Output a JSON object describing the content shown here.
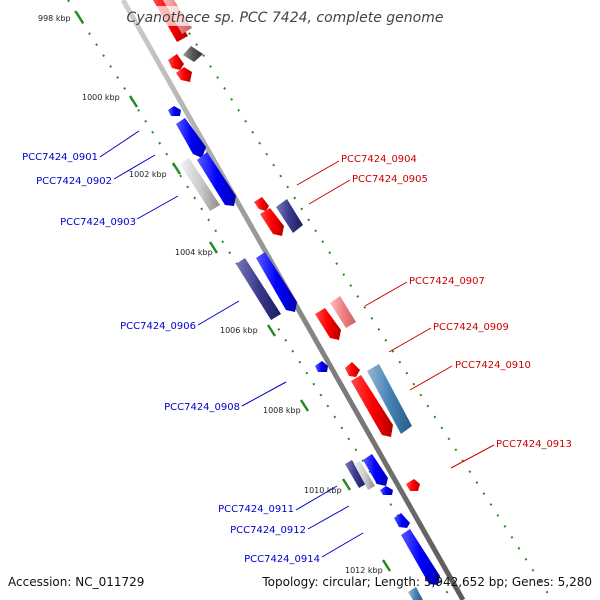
{
  "title": "Cyanothece sp. PCC 7424, complete genome",
  "ticks": [
    {
      "label": "998 kbp"
    },
    {
      "label": "1000 kbp"
    },
    {
      "label": "1002 kbp"
    },
    {
      "label": "1004 kbp"
    },
    {
      "label": "1006 kbp"
    },
    {
      "label": "1008 kbp"
    },
    {
      "label": "1010 kbp"
    },
    {
      "label": "1012 kbp"
    }
  ],
  "genes_left": [
    {
      "id": "PCC7424_0901"
    },
    {
      "id": "PCC7424_0902"
    },
    {
      "id": "PCC7424_0903"
    },
    {
      "id": "PCC7424_0906"
    },
    {
      "id": "PCC7424_0908"
    },
    {
      "id": "PCC7424_0911"
    },
    {
      "id": "PCC7424_0912"
    },
    {
      "id": "PCC7424_0914"
    }
  ],
  "genes_right": [
    {
      "id": "PCC7424_0904"
    },
    {
      "id": "PCC7424_0905"
    },
    {
      "id": "PCC7424_0907"
    },
    {
      "id": "PCC7424_0909"
    },
    {
      "id": "PCC7424_0910"
    },
    {
      "id": "PCC7424_0913"
    }
  ],
  "footer": {
    "accession": "Accession: NC_011729",
    "topology": "Topology: circular; Length: 5,942,652 bp; Genes: 5,280"
  },
  "colors": {
    "forward_strand": "#ff0000",
    "reverse_strand": "#0000ff",
    "backbone": "#888888",
    "tick_marks": "#228b22",
    "label_left": "#0000cc",
    "label_right": "#cc0000"
  }
}
